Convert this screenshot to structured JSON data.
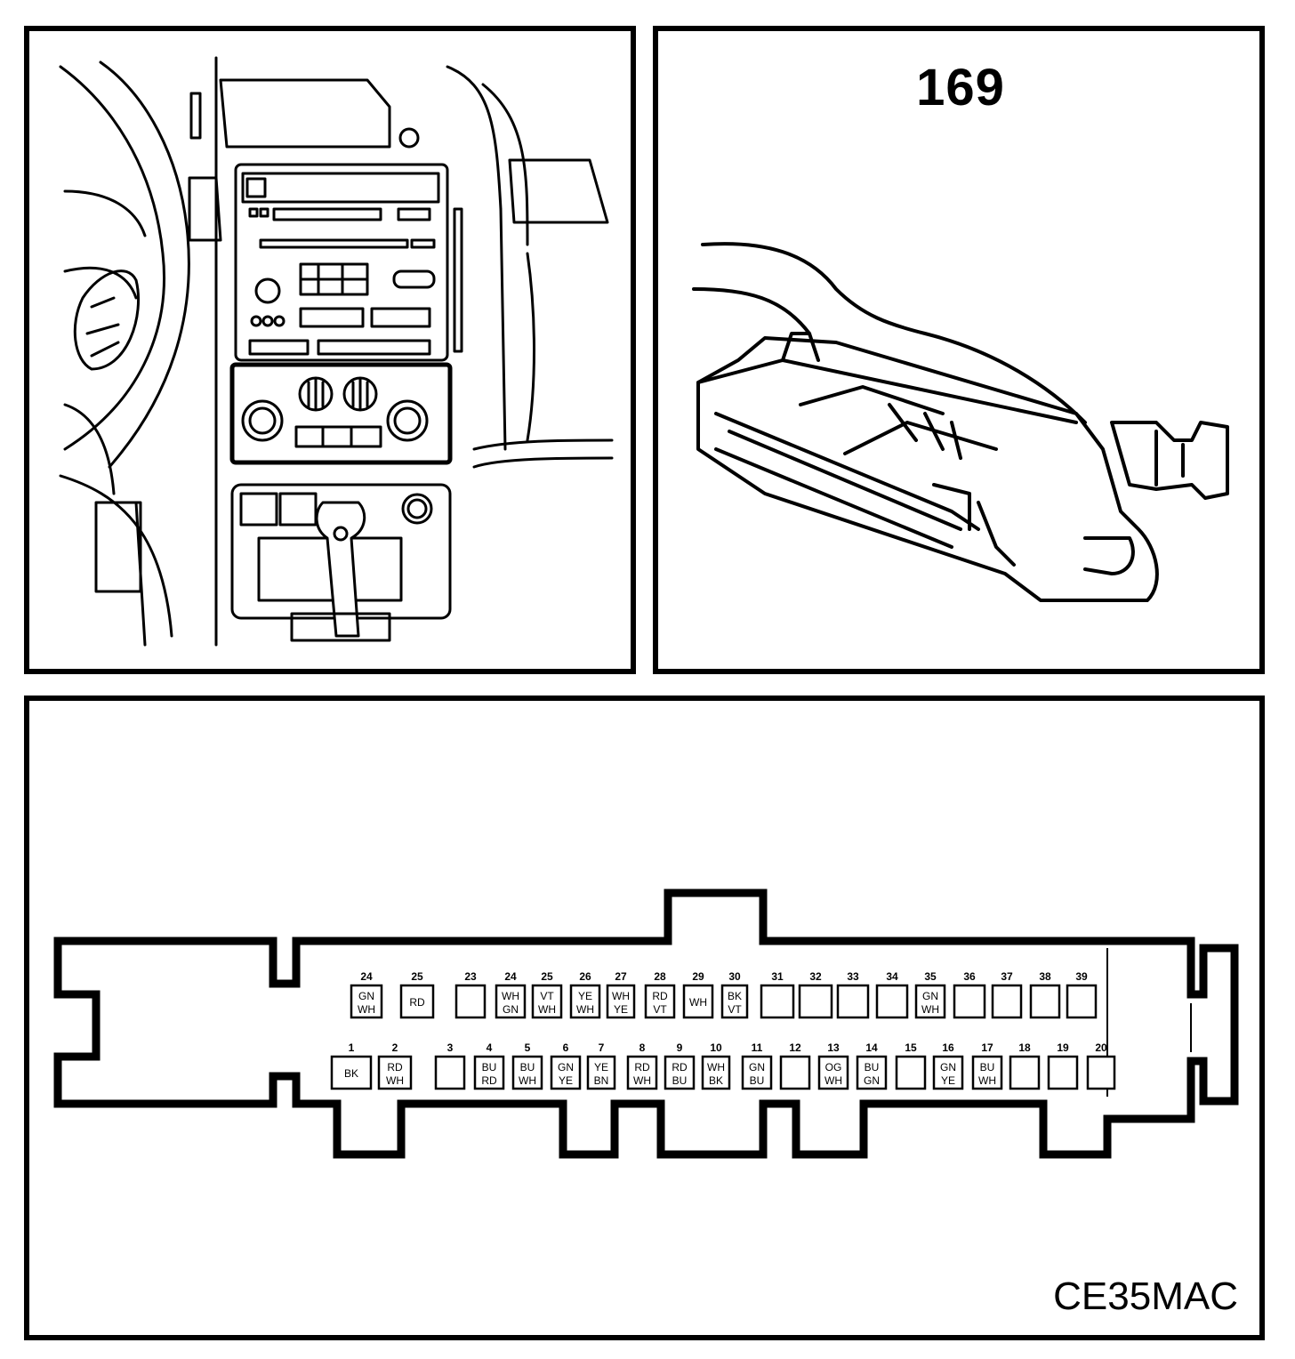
{
  "connector": {
    "number": "169",
    "code": "CE35MAC"
  },
  "pins_top": [
    {
      "pin": "24",
      "wire": [
        "GN",
        "WH"
      ]
    },
    {
      "pin": "25",
      "wire": [
        "RD"
      ]
    },
    {
      "pin": "23",
      "wire": []
    },
    {
      "pin": "24",
      "wire": [
        "WH",
        "GN"
      ]
    },
    {
      "pin": "25",
      "wire": [
        "VT",
        "WH"
      ]
    },
    {
      "pin": "26",
      "wire": [
        "YE",
        "WH"
      ]
    },
    {
      "pin": "27",
      "wire": [
        "WH",
        "YE"
      ]
    },
    {
      "pin": "28",
      "wire": [
        "RD",
        "VT"
      ]
    },
    {
      "pin": "29",
      "wire": [
        "WH"
      ]
    },
    {
      "pin": "30",
      "wire": [
        "BK",
        "VT"
      ]
    },
    {
      "pin": "31",
      "wire": []
    },
    {
      "pin": "32",
      "wire": []
    },
    {
      "pin": "33",
      "wire": []
    },
    {
      "pin": "34",
      "wire": []
    },
    {
      "pin": "35",
      "wire": [
        "GN",
        "WH"
      ]
    },
    {
      "pin": "36",
      "wire": []
    },
    {
      "pin": "37",
      "wire": []
    },
    {
      "pin": "38",
      "wire": []
    },
    {
      "pin": "39",
      "wire": []
    }
  ],
  "pins_bottom": [
    {
      "pin": "1",
      "wire": [
        "BK"
      ]
    },
    {
      "pin": "2",
      "wire": [
        "RD",
        "WH"
      ]
    },
    {
      "pin": "3",
      "wire": []
    },
    {
      "pin": "4",
      "wire": [
        "BU",
        "RD"
      ]
    },
    {
      "pin": "5",
      "wire": [
        "BU",
        "WH"
      ]
    },
    {
      "pin": "6",
      "wire": [
        "GN",
        "YE"
      ]
    },
    {
      "pin": "7",
      "wire": [
        "YE",
        "BN"
      ]
    },
    {
      "pin": "8",
      "wire": [
        "RD",
        "WH"
      ]
    },
    {
      "pin": "9",
      "wire": [
        "RD",
        "BU"
      ]
    },
    {
      "pin": "10",
      "wire": [
        "WH",
        "BK"
      ]
    },
    {
      "pin": "11",
      "wire": [
        "GN",
        "BU"
      ]
    },
    {
      "pin": "12",
      "wire": []
    },
    {
      "pin": "13",
      "wire": [
        "OG",
        "WH"
      ]
    },
    {
      "pin": "14",
      "wire": [
        "BU",
        "GN"
      ]
    },
    {
      "pin": "15",
      "wire": []
    },
    {
      "pin": "16",
      "wire": [
        "GN",
        "YE"
      ]
    },
    {
      "pin": "17",
      "wire": [
        "BU",
        "WH"
      ]
    },
    {
      "pin": "18",
      "wire": []
    },
    {
      "pin": "19",
      "wire": []
    },
    {
      "pin": "20",
      "wire": []
    }
  ]
}
